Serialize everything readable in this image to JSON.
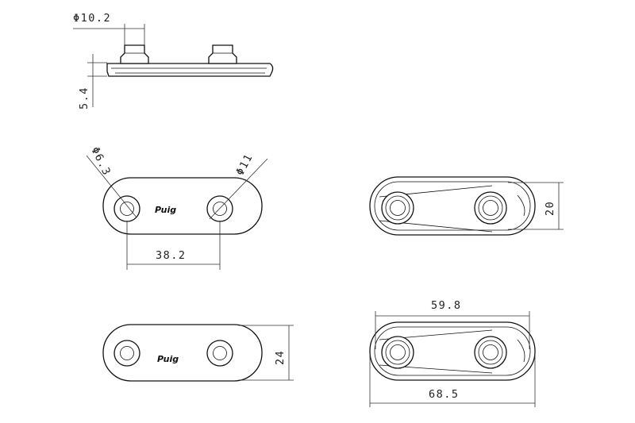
{
  "dimensions": {
    "d_boss": "Φ10.2",
    "height": "5.4",
    "d_hole": "Φ6.3",
    "d_outer": "Φ11",
    "hole_spacing": "38.2",
    "width_20": "20",
    "width_24": "24",
    "inner_len": "59.8",
    "overall_len": "68.5"
  },
  "logos": {
    "front": "Puig",
    "back": "Puig"
  }
}
